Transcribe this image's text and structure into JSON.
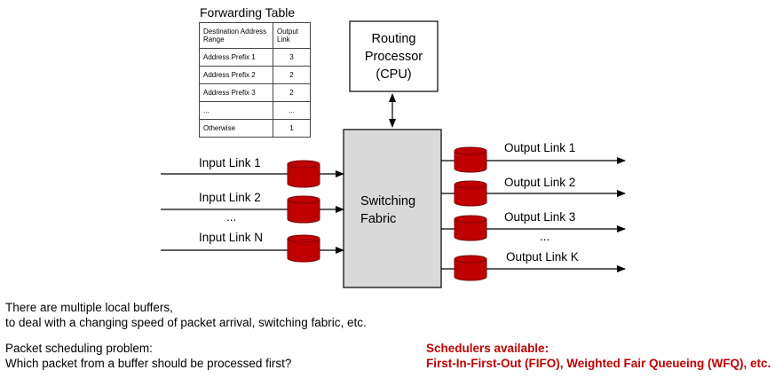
{
  "forwarding_table": {
    "title": "Forwarding Table",
    "headers": [
      "Destination Address Range",
      "Output Link"
    ],
    "rows": [
      [
        "Address Prefix 1",
        "3"
      ],
      [
        "Address Prefix 2",
        "2"
      ],
      [
        "Address Prefix 3",
        "2"
      ],
      [
        "...",
        "..."
      ],
      [
        "Otherwise",
        "1"
      ]
    ]
  },
  "routing_processor": {
    "label": "Routing\nProcessor\n(CPU)"
  },
  "switching_fabric": {
    "label": "Switching\nFabric"
  },
  "input_links": [
    "Input Link 1",
    "Input Link 2",
    "...",
    "Input Link N"
  ],
  "output_links": [
    "Output Link 1",
    "Output Link 2",
    "Output Link 3",
    "...",
    "Output Link K"
  ],
  "notes": {
    "line1": "There are multiple local buffers,",
    "line2": "to deal with a changing speed of packet arrival, switching fabric, etc.",
    "line3": "Packet scheduling problem:",
    "line4": "Which packet from a buffer should be processed first?"
  },
  "schedulers": {
    "title": "Schedulers available:",
    "list": "First-In-First-Out (FIFO), Weighted Fair Queueing (WFQ), etc."
  },
  "colors": {
    "buffer": "#c00000",
    "fabric_fill": "#d9d9d9",
    "highlight": "#c00000"
  }
}
